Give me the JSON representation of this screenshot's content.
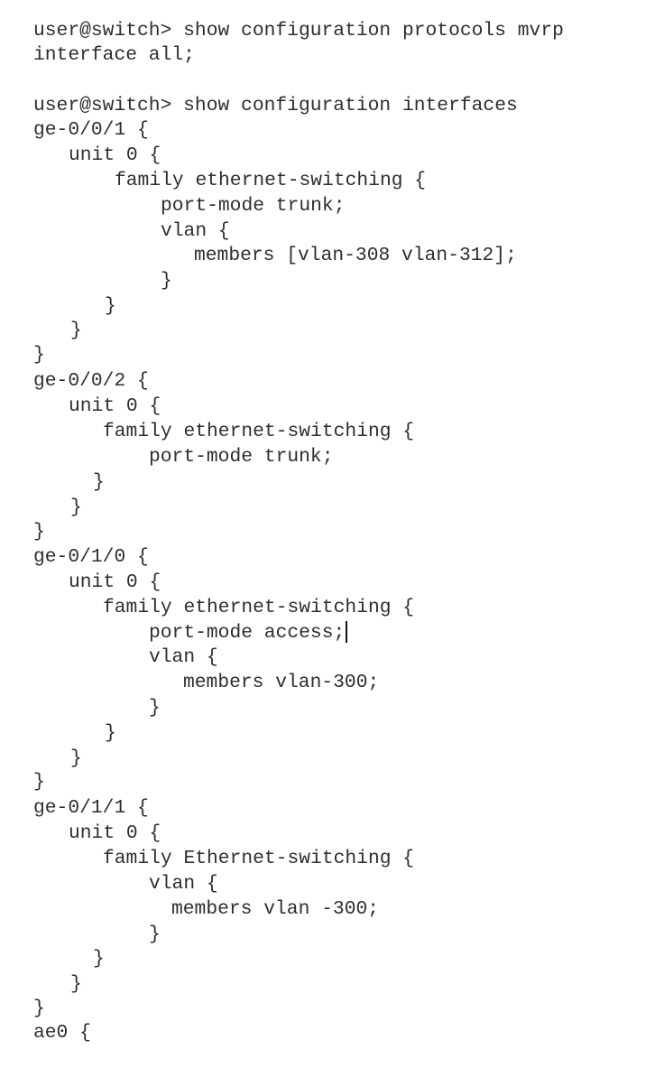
{
  "terminal": {
    "lines": [
      "user@switch> show configuration protocols mvrp",
      "interface all;",
      "user@switch> show configuration interfaces",
      "ge-0/0/1 {",
      "unit 0 {",
      "family ethernet-switching {",
      "port-mode trunk;",
      "vlan {",
      "members [vlan-308 vlan-312];",
      "}",
      "}",
      "}",
      "}",
      "ge-0/0/2 {",
      "unit 0 {",
      "family ethernet-switching {",
      "port-mode trunk;",
      "}",
      "}",
      "}",
      "ge-0/1/0 {",
      "unit 0 {",
      "family ethernet-switching {",
      "port-mode access;",
      "vlan {",
      "members vlan-300;",
      "}",
      "}",
      "}",
      "}",
      "ge-0/1/1 {",
      "unit 0 {",
      "family Ethernet-switching {",
      "vlan {",
      "members vlan -300;",
      "}",
      "}",
      "}",
      "}",
      "ae0 {"
    ]
  }
}
